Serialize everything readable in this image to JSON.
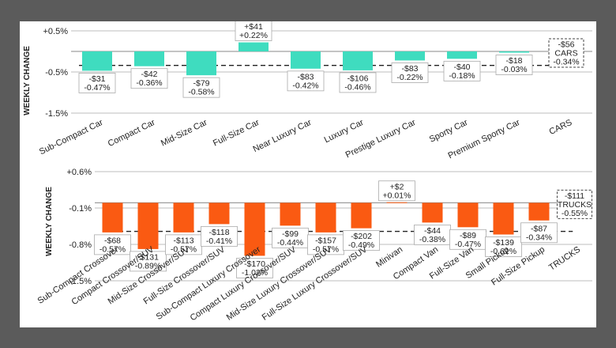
{
  "chart_data": [
    {
      "type": "bar",
      "segment": "cars",
      "ylabel": "WEEKLY CHANGE",
      "ylim": [
        -1.5,
        0.5
      ],
      "yticks": [
        "+0.5%",
        "-0.5%",
        "-1.5%"
      ],
      "average_pct": -0.34,
      "color": "#3fdcbf",
      "categories": [
        "Sub-Compact Car",
        "Compact Car",
        "Mid-Size Car",
        "Full-Size Car",
        "Near Luxury Car",
        "Luxury Car",
        "Prestige Luxury Car",
        "Sporty Car",
        "Premium Sporty Car",
        "CARS"
      ],
      "values": [
        -0.47,
        -0.36,
        -0.58,
        0.22,
        -0.42,
        -0.46,
        -0.22,
        -0.18,
        -0.03,
        null
      ],
      "labels": [
        [
          "-$31",
          "-0.47%"
        ],
        [
          "-$42",
          "-0.36%"
        ],
        [
          "-$79",
          "-0.58%"
        ],
        [
          "+$41",
          "+0.22%"
        ],
        [
          "-$83",
          "-0.42%"
        ],
        [
          "-$106",
          "-0.46%"
        ],
        [
          "-$83",
          "-0.22%"
        ],
        [
          "-$40",
          "-0.18%"
        ],
        [
          "-$18",
          "-0.03%"
        ],
        [
          "-$56",
          "CARS",
          "-0.34%"
        ]
      ]
    },
    {
      "type": "bar",
      "segment": "trucks",
      "ylabel": "WEEKLY CHANGE",
      "ylim": [
        -1.5,
        0.6
      ],
      "yticks": [
        "+0.6%",
        "-0.1%",
        "-0.8%",
        "-1.5%"
      ],
      "average_pct": -0.55,
      "color": "#fa5a12",
      "categories": [
        "Sub-Compact Crossover",
        "Compact Crossover/SUV",
        "Mid-Size Crossover/SUV",
        "Full-Size Crossover/SUV",
        "Sub-Compact Luxury Crossover",
        "Compact Luxury Crossover/SUV",
        "Mid-Size Luxury Crossover/SUV",
        "Full-Size Luxury Crossover/SUV",
        "Minivan",
        "Compact Van",
        "Full-Size Van",
        "Small Pickup",
        "Full-Size Pickup",
        "TRUCKS"
      ],
      "values": [
        -0.57,
        -0.89,
        -0.57,
        -0.41,
        -1.02,
        -0.44,
        -0.57,
        -0.49,
        0.01,
        -0.38,
        -0.47,
        -0.61,
        -0.34,
        null
      ],
      "labels": [
        [
          "-$68",
          "-0.57%"
        ],
        [
          "-$131",
          "-0.89%"
        ],
        [
          "-$113",
          "-0.57%"
        ],
        [
          "-$118",
          "-0.41%"
        ],
        [
          "-$170",
          "-1.02%"
        ],
        [
          "-$99",
          "-0.44%"
        ],
        [
          "-$157",
          "-0.57%"
        ],
        [
          "-$202",
          "-0.49%"
        ],
        [
          "+$2",
          "+0.01%"
        ],
        [
          "-$44",
          "-0.38%"
        ],
        [
          "-$89",
          "-0.47%"
        ],
        [
          "-$139",
          "-0.61%"
        ],
        [
          "-$87",
          "-0.34%"
        ],
        [
          "-$111",
          "TRUCKS",
          "-0.55%"
        ]
      ]
    }
  ]
}
